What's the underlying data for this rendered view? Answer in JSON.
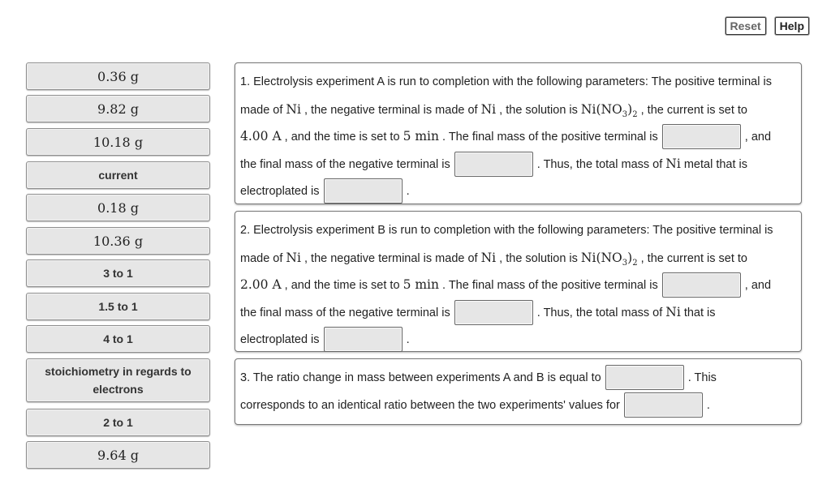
{
  "toolbar": {
    "reset_label": "Reset",
    "help_label": "Help"
  },
  "chips": [
    {
      "text": "0.36 g",
      "style": "serif"
    },
    {
      "text": "9.82 g",
      "style": "serif"
    },
    {
      "text": "10.18 g",
      "style": "serif"
    },
    {
      "text": "current",
      "style": "sans"
    },
    {
      "text": "0.18 g",
      "style": "serif"
    },
    {
      "text": "10.36 g",
      "style": "serif"
    },
    {
      "text": "3 to 1",
      "style": "sans"
    },
    {
      "text": "1.5 to 1",
      "style": "sans"
    },
    {
      "text": "4 to 1",
      "style": "sans"
    },
    {
      "text": "stoichiometry in regards to electrons",
      "style": "sans"
    },
    {
      "text": "2 to 1",
      "style": "sans"
    },
    {
      "text": "9.64 g",
      "style": "serif"
    }
  ],
  "q1": {
    "t1": "1. Electrolysis experiment A is run to completion with the following parameters: The positive terminal is",
    "t2a": "made of ",
    "ni": "Ni",
    "t2b": " , the negative terminal is made of ",
    "t2c": " , the solution is ",
    "sol_a": "Ni(NO",
    "sub3": "3",
    "sol_b": ")",
    "sub2": "2",
    "t2d": " , the current is set to",
    "current": "4.00 A",
    "t3a": " , and the time is set to ",
    "time": "5 min",
    "t3b": " . The final mass of the positive terminal is ",
    "t3c": " , and",
    "t4a": "the final mass of the negative terminal is ",
    "t4b": " . Thus, the total mass of ",
    "t4c": " metal that is",
    "t5a": "electroplated is ",
    "t5b": " ."
  },
  "q2": {
    "t1": "2. Electrolysis experiment B is run to completion with the following parameters: The positive terminal is",
    "t2a": "made of ",
    "ni": "Ni",
    "t2b": " , the negative terminal is made of ",
    "t2c": " , the solution is ",
    "sol_a": "Ni(NO",
    "sub3": "3",
    "sol_b": ")",
    "sub2": "2",
    "t2d": " , the current is set to",
    "current": "2.00 A",
    "t3a": " , and the time is set to ",
    "time": "5 min",
    "t3b": " . The final mass of the positive terminal is ",
    "t3c": " , and",
    "t4a": "the final mass of the negative terminal is ",
    "t4b": " . Thus, the total mass of ",
    "t4c": " that is",
    "t5a": "electroplated is ",
    "t5b": " ."
  },
  "q3": {
    "t1a": "3. The ratio change in mass between experiments A and B is equal to ",
    "t1b": " . This",
    "t2a": "corresponds to an identical ratio between the two experiments' values for ",
    "t2b": " ."
  }
}
